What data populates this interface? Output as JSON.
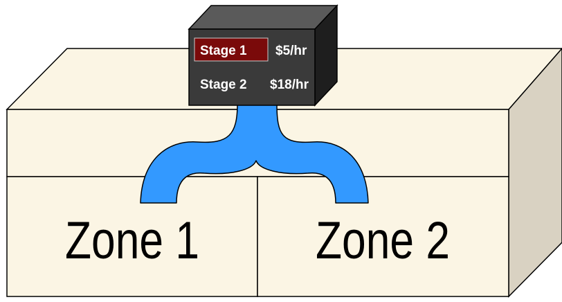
{
  "zones": [
    {
      "label": "Zone 1"
    },
    {
      "label": "Zone 2"
    }
  ],
  "controller": {
    "stages": [
      {
        "name": "Stage 1",
        "rate": "$5/hr",
        "active": true
      },
      {
        "name": "Stage 2",
        "rate": "$18/hr",
        "active": false
      }
    ]
  },
  "colors": {
    "house_face": "#FBF5E4",
    "house_side": "#D9D2C2",
    "duct": "#3399FF",
    "controller_front": "#3A3A3A",
    "controller_top": "#5A5A5A",
    "controller_side": "#1E1E1E",
    "active_stage_highlight": "#7A0A0A"
  }
}
